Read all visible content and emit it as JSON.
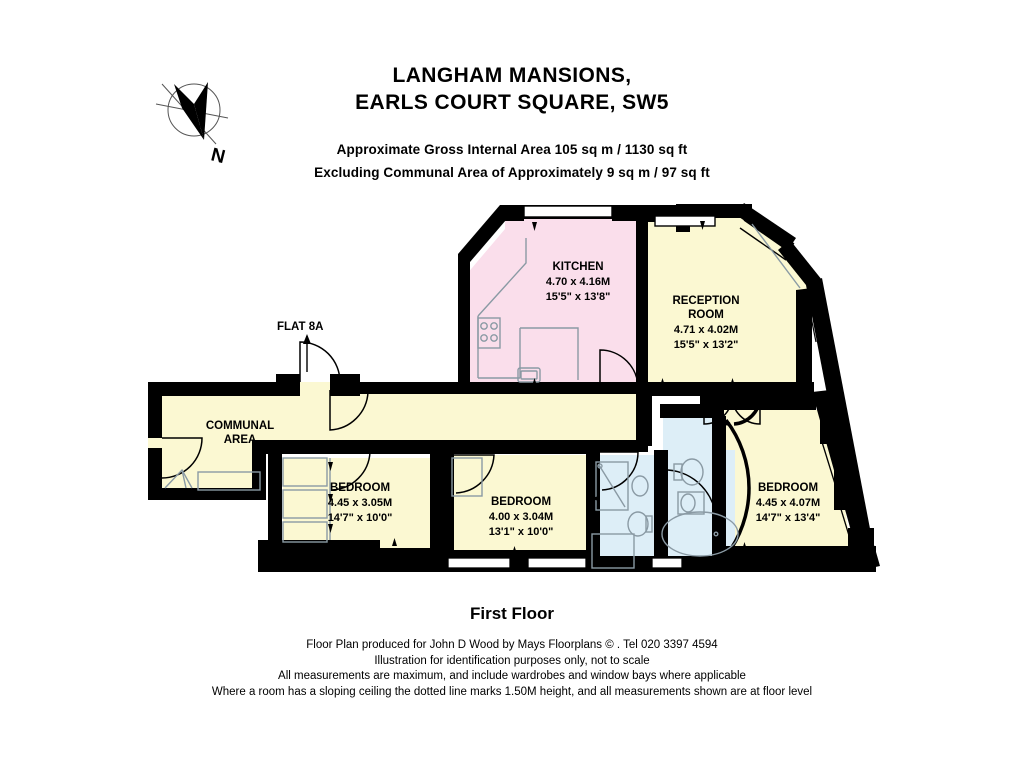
{
  "header": {
    "title_line1": "LANGHAM MANSIONS,",
    "title_line2": "EARLS COURT SQUARE, SW5",
    "area_line": "Approximate Gross Internal Area 105 sq m  /  1130 sq ft",
    "excluding_line": "Excluding Communal Area of Approximately 9 sq m  /  97 sq ft"
  },
  "compass": {
    "north_label": "N"
  },
  "plan": {
    "entrance_label": "FLAT 8A",
    "rooms": [
      {
        "id": "kitchen",
        "name": "KITCHEN",
        "dim_metric": "4.70 x 4.16M",
        "dim_imperial": "15'5\" x 13'8\"",
        "fill": "#fadeeb"
      },
      {
        "id": "reception-room",
        "name_line1": "RECEPTION",
        "name_line2": "ROOM",
        "dim_metric": "4.71 x 4.02M",
        "dim_imperial": "15'5\" x 13'2\"",
        "fill": "#fbf8d2"
      },
      {
        "id": "communal-area",
        "name_line1": "COMMUNAL",
        "name_line2": "AREA",
        "fill": "#fbf8d2"
      },
      {
        "id": "bedroom-1",
        "name": "BEDROOM",
        "dim_metric": "4.45 x 3.05M",
        "dim_imperial": "14'7\" x 10'0\"",
        "fill": "#fbf8d2"
      },
      {
        "id": "bedroom-2",
        "name": "BEDROOM",
        "dim_metric": "4.00 x 3.04M",
        "dim_imperial": "13'1\" x 10'0\"",
        "fill": "#fbf8d2"
      },
      {
        "id": "bedroom-3",
        "name": "BEDROOM",
        "dim_metric": "4.45 x 4.07M",
        "dim_imperial": "14'7\" x 13'4\"",
        "fill": "#fbf8d2"
      },
      {
        "id": "bathroom",
        "name": "",
        "fill": "#ddeef7"
      }
    ]
  },
  "footer": {
    "floor_label": "First Floor",
    "disclaimer_1": "Floor Plan produced for John D Wood by Mays Floorplans  © . Tel 020 3397 4594",
    "disclaimer_2": "Illustration for identification purposes only, not to scale",
    "disclaimer_3": "All measurements are maximum, and include wardrobes and window bays where applicable",
    "disclaimer_4": "Where a room has a sloping ceiling the dotted line marks 1.50M height, and all measurements shown are at floor level"
  },
  "colors": {
    "wall": "#000000",
    "kitchen_fill": "#fadeeb",
    "room_fill": "#fbf8d2",
    "bath_fill": "#ddeef7",
    "fixture_stroke": "#7f8f99",
    "door_stroke": "#000000"
  }
}
